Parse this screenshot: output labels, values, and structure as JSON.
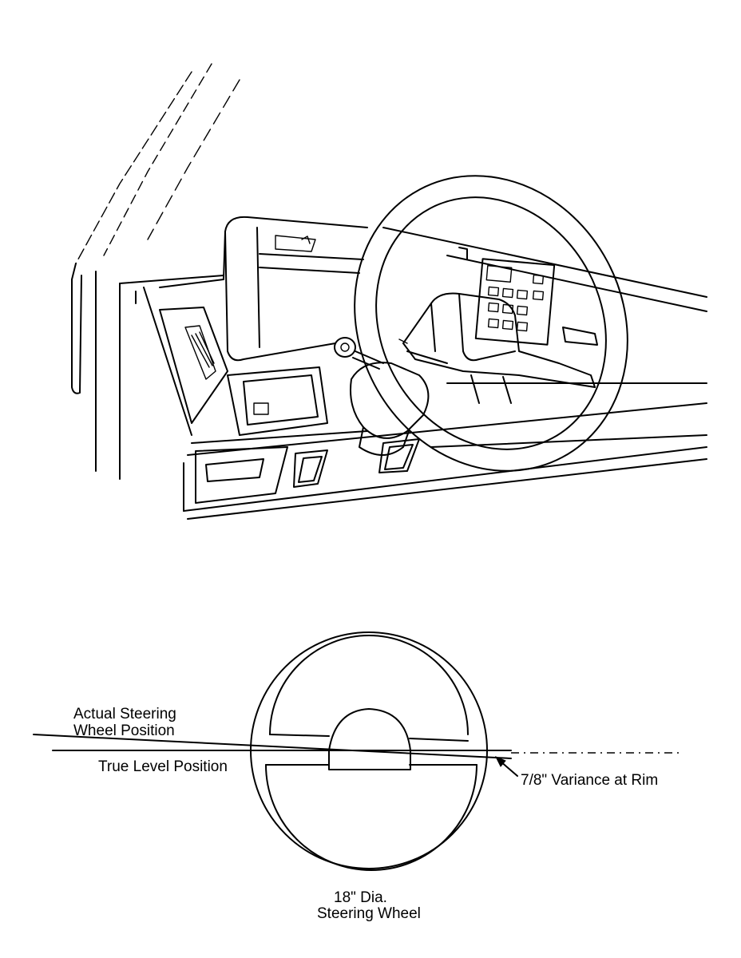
{
  "labels": {
    "actual_line1": "Actual Steering",
    "actual_line2": "Wheel Position",
    "true_level": "True Level Position",
    "variance": "7/8\" Variance at Rim",
    "dia_line1": "18\" Dia.",
    "dia_line2": "Steering Wheel"
  },
  "colors": {
    "ink": "#000000",
    "paper": "#ffffff"
  }
}
